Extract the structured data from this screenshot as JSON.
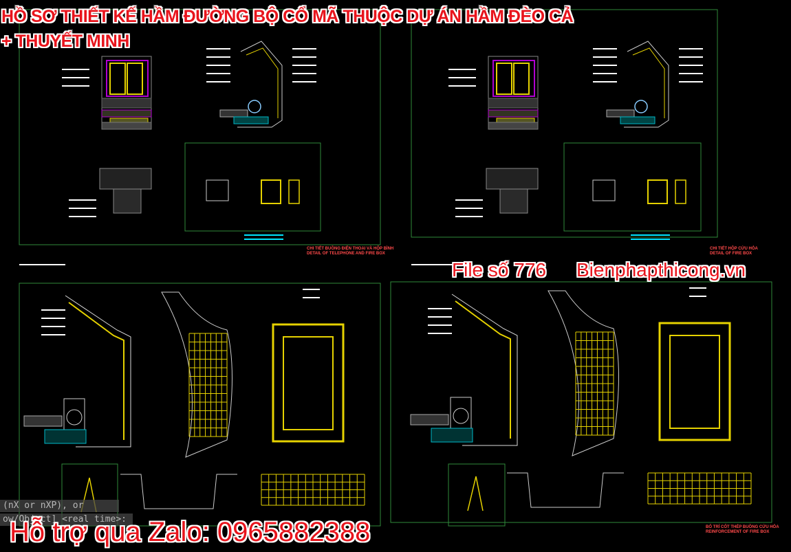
{
  "overlay": {
    "title_line1": "HỒ SƠ THIẾT KẾ HẦM ĐƯỜNG BỘ CỔ MÃ THUỘC DỰ ÁN HẦM ĐÈO CẢ",
    "title_line2": "+ THUYẾT MINH",
    "file_number": "File số 776",
    "website": "Bienphapthicong.vn",
    "support": "Hỗ trợ qua Zalo: 0965882388"
  },
  "command_line": {
    "line1": "(nX or nXP), or",
    "line2": "ow/Object] <real time>:"
  },
  "captions": {
    "top_left_1": "CHI TIẾT BUỒNG ĐIỆN THOẠI VÀ HỘP BÌNH",
    "top_left_2": "DETAIL OF TELEPHONE AND FIRE BOX",
    "top_right_1": "CHI TIẾT HỘP CỨU HỎA",
    "top_right_2": "DETAIL OF FIRE BOX",
    "bottom_right_1": "BỐ TRÍ CỐT THÉP BUỒNG CỨU HỎA",
    "bottom_right_2": "REINFORCEMENT OF FIRE BOX"
  },
  "colors": {
    "background": "#000000",
    "frame": "#2f8a3a",
    "rebar": "#e6d200",
    "annotation": "#ffffff",
    "dimension_cyan": "#00e5ff",
    "magenta": "#b000d0",
    "overlay_text": "#e8141c"
  }
}
